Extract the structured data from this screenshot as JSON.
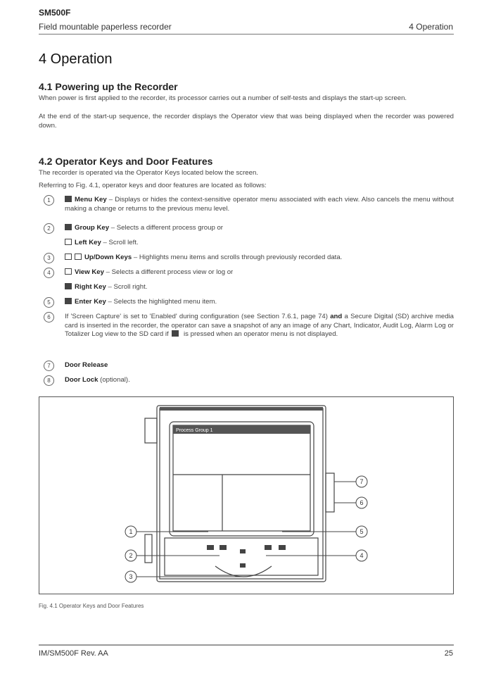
{
  "header": {
    "model": "SM500F",
    "subtitle": "Field mountable paperless recorder",
    "section": "4  Operation"
  },
  "title": "4  Operation",
  "s41": {
    "heading": "4.1  Powering up the Recorder",
    "p1": "When power is first applied to the recorder, its processor carries out a number of self-tests and displays the start-up screen.",
    "p2": "At the end of the start-up sequence, the recorder displays the Operator view that was being displayed when the recorder was powered down."
  },
  "s42": {
    "heading": "4.2  Operator Keys and Door Features",
    "p1": "The recorder is operated via the Operator Keys located below the screen.",
    "p2": "Referring to Fig. 4.1, operator keys and door features are located as follows:",
    "items": [
      {
        "num": "1",
        "label": "Menu Key",
        "text": " – Displays or hides the context-sensitive operator menu associated with each view. Also cancels the menu without making a change or returns to the previous menu level."
      },
      {
        "num": "2",
        "label": "Group Key",
        "text": " – Selects a different process group or"
      },
      {
        "label": "Left Key",
        "text": " – Scroll left."
      },
      {
        "num": "3",
        "label": "Up/Down Keys",
        "text": " – Highlights menu items and scrolls through previously recorded data."
      },
      {
        "num": "4",
        "label": "View Key",
        "text": " – Selects a different process view or log or"
      },
      {
        "label": "Right Key",
        "text": " – Scroll right."
      },
      {
        "num": "5",
        "label": "Enter Key",
        "text": " – Selects the highlighted menu item."
      },
      {
        "num": "6",
        "text": "If 'Screen Capture' is set to 'Enabled' during configuration (see Section 7.6.1, page 74) ",
        "bold": "and",
        "text2": " a Secure Digital (SD) archive media card is inserted in the recorder, the operator can save a snapshot of any an image of any Chart, Indicator, Audit Log, Alarm Log or Totalizer Log view to the SD card if ",
        "text3": " is pressed when an operator menu is not displayed."
      },
      {
        "num": "7",
        "label": "Door Release",
        "text": ""
      },
      {
        "num": "8",
        "label": "Door Lock",
        "text": " (optional)."
      }
    ]
  },
  "figure": {
    "caption": "Fig. 4.1  Operator Keys and Door Features",
    "screen_title": "Process Group 1",
    "callouts": [
      "1",
      "2",
      "3",
      "4",
      "5",
      "6",
      "7"
    ]
  },
  "footer": {
    "doc": "IM/SM500F Rev. AA",
    "page": "25"
  }
}
